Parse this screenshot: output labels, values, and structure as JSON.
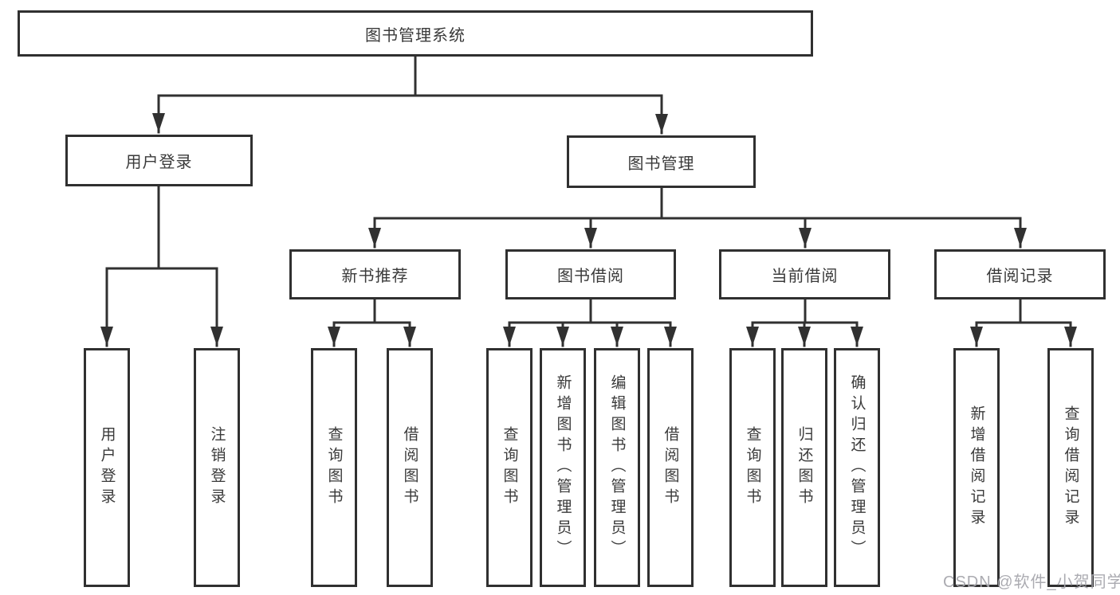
{
  "tree": {
    "root": "图书管理系统",
    "branches": [
      {
        "label": "用户登录",
        "children": [
          "用户登录",
          "注销登录"
        ]
      },
      {
        "label": "图书管理",
        "children": [
          {
            "label": "新书推荐",
            "children": [
              "查询图书",
              "借阅图书"
            ]
          },
          {
            "label": "图书借阅",
            "children": [
              "查询图书",
              "新增图书（管理员）",
              "编辑图书（管理员）",
              "借阅图书"
            ]
          },
          {
            "label": "当前借阅",
            "children": [
              "查询图书",
              "归还图书",
              "确认归还（管理员）"
            ]
          },
          {
            "label": "借阅记录",
            "children": [
              "新增借阅记录",
              "查询借阅记录"
            ]
          }
        ]
      }
    ]
  },
  "watermark": "CSDN @软件_小贺同学",
  "colors": {
    "line": "#313131",
    "border": "#303030",
    "text": "#3a3a3a",
    "watermark": "#a7a7ad",
    "background": "#ffffff"
  }
}
